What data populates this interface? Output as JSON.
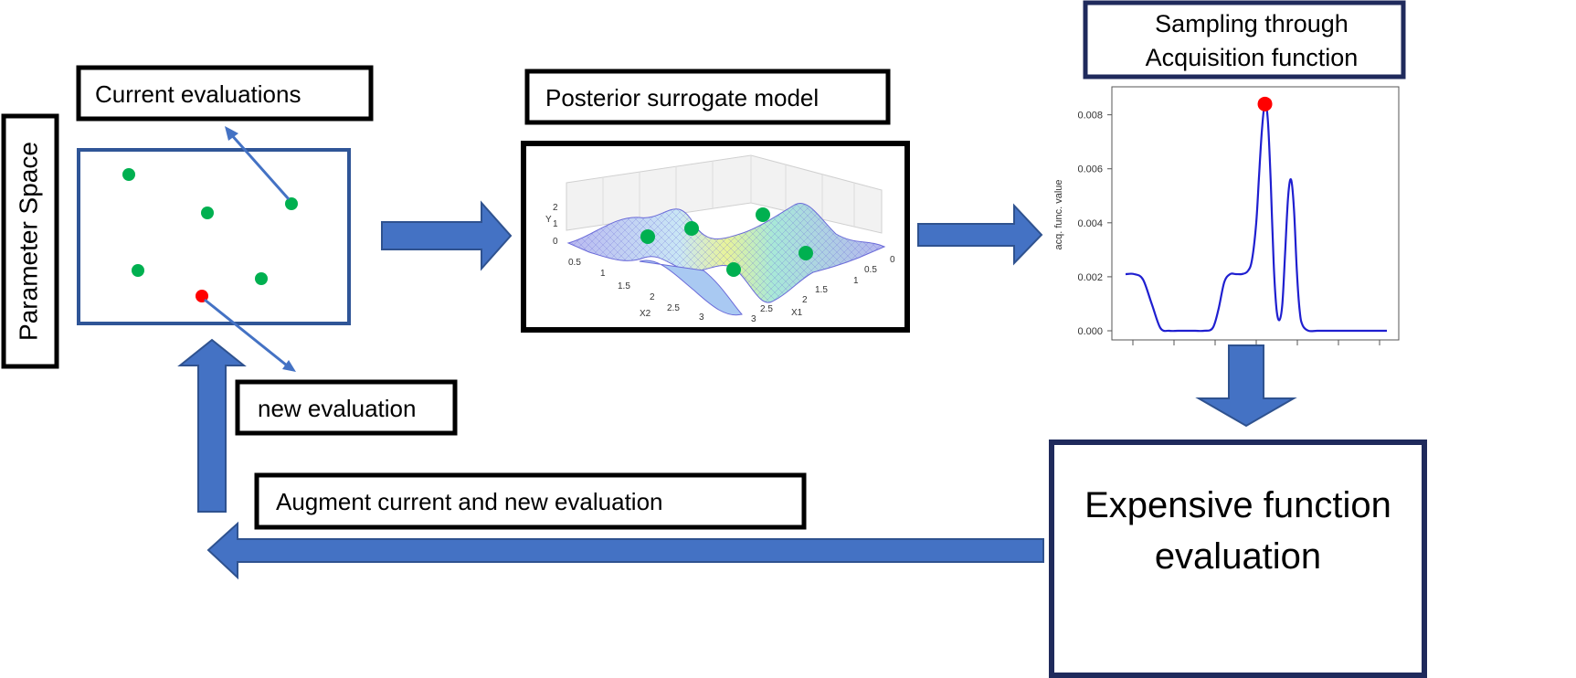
{
  "labels": {
    "parameter_space": "Parameter Space",
    "current_evaluations": "Current evaluations",
    "new_evaluation": "new evaluation",
    "posterior_surrogate": "Posterior surrogate model",
    "sampling_line1": "Sampling through",
    "sampling_line2": "Acquisition function",
    "expensive_line1": "Expensive function",
    "expensive_line2": "evaluation",
    "augment": "Augment current and new evaluation"
  },
  "surface_axes": {
    "y_label": "Y",
    "y_ticks": [
      "2",
      "1",
      "0"
    ],
    "x2_label": "X2",
    "x2_ticks": [
      "0.5",
      "1",
      "1.5",
      "2",
      "2.5",
      "3"
    ],
    "x1_label": "X1",
    "x1_ticks": [
      "0",
      "0.5",
      "1",
      "1.5",
      "2",
      "2.5",
      "3"
    ]
  },
  "colors": {
    "arrow_blue": "#4472c4",
    "arrow_blue_dark": "#2f528f",
    "box_blue": "#2f5597",
    "box_navy": "#1f2a5c",
    "point_green": "#00b050",
    "point_red": "#ff0000",
    "curve_blue": "#1f1fd0"
  },
  "chart_data": {
    "type": "line",
    "ylabel": "acq. func. value",
    "xlabel": "",
    "ylim": [
      0,
      0.0088
    ],
    "y_ticks": [
      "0.000",
      "0.002",
      "0.004",
      "0.006",
      "0.008"
    ],
    "series": [
      {
        "x": [
          0,
          0.3,
          0.6,
          0.9,
          1.2,
          1.5,
          1.8,
          2.1,
          2.4,
          2.7,
          3.0,
          3.2,
          3.4,
          3.6,
          3.8,
          4.0,
          4.2,
          4.35,
          4.5,
          4.6,
          4.7,
          4.8,
          4.9,
          5.0,
          5.1,
          5.2,
          5.3,
          5.4,
          5.5,
          5.6,
          5.7,
          5.8,
          5.9,
          6.0,
          6.1,
          6.3,
          6.6,
          7.0,
          7.5,
          8.0,
          8.5,
          9.0
        ],
        "y": [
          0.0021,
          0.0021,
          0.0019,
          0.001,
          0.0001,
          0.0,
          0.0,
          0.0,
          0.0,
          0.0,
          0.0001,
          0.0008,
          0.0018,
          0.0021,
          0.0021,
          0.0021,
          0.0022,
          0.0026,
          0.004,
          0.0058,
          0.0075,
          0.0084,
          0.0078,
          0.0055,
          0.0025,
          0.0008,
          0.0004,
          0.001,
          0.003,
          0.005,
          0.0056,
          0.0045,
          0.0022,
          0.0007,
          0.0002,
          0.0,
          0.0,
          0.0,
          0.0,
          0.0,
          0.0,
          0.0
        ]
      }
    ],
    "max_point": {
      "x": 4.8,
      "y": 0.0084
    }
  }
}
